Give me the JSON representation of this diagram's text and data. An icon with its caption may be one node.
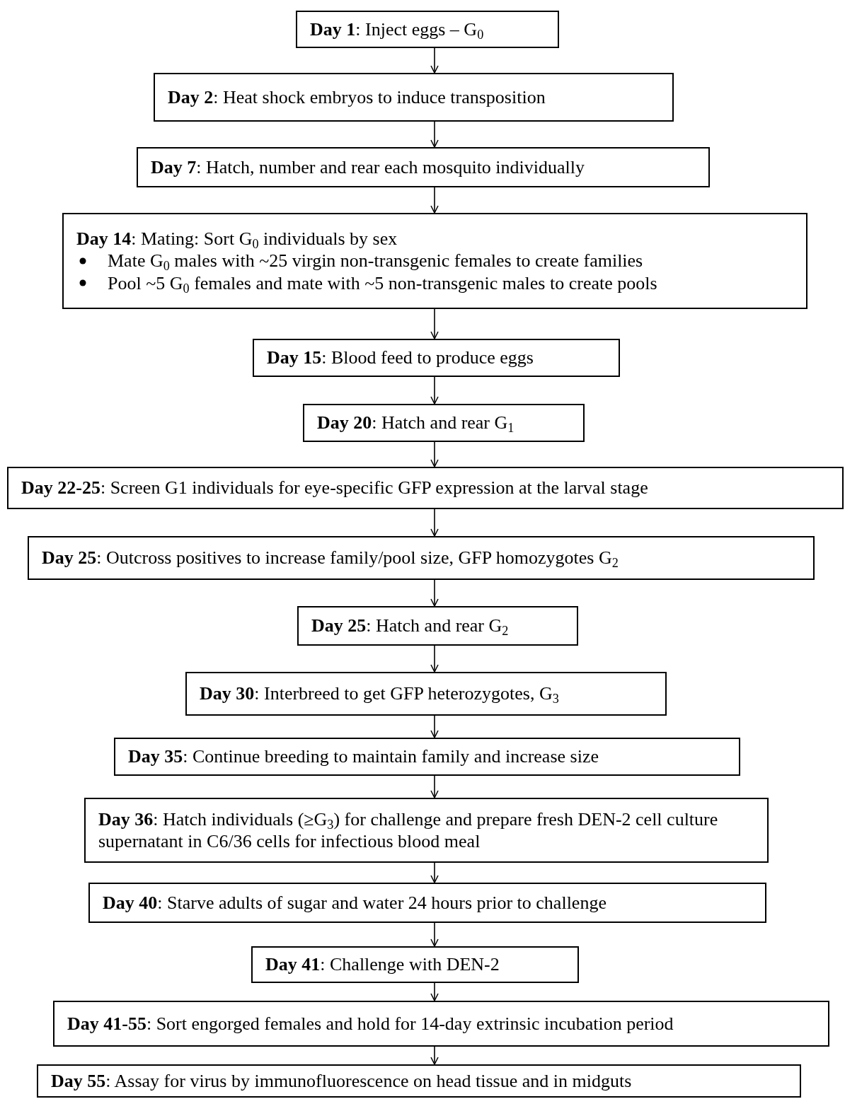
{
  "diagram": {
    "nodes": [
      {
        "text": [
          "**Day 1**: Inject eggs – G$_{0}$"
        ]
      },
      {
        "text": [
          "**Day 2**: Heat shock embryos to induce transposition"
        ]
      },
      {
        "text": [
          "**Day 7**: Hatch, number and rear each mosquito individually"
        ]
      },
      {
        "text": [
          "**Day 14**: Mating: Sort G$_{0}$ individuals by sex",
          "Mate G$_{0}$ males with ~25 virgin non-transgenic females to create families",
          "Pool ~5 G$_{0}$ females and mate with ~5 non-transgenic males to create pools"
        ]
      },
      {
        "text": [
          "**Day 15**: Blood feed to produce eggs"
        ]
      },
      {
        "text": [
          "**Day 20**: Hatch and rear G$_{1}$"
        ]
      },
      {
        "text": [
          "**Day 22-25**: Screen G1 individuals for eye-specific GFP expression at the larval stage"
        ]
      },
      {
        "text": [
          "**Day 25**: Outcross positives to increase family/pool size, GFP homozygotes G$_{2}$"
        ]
      },
      {
        "text": [
          "**Day 25**: Hatch and rear G$_{2}$"
        ]
      },
      {
        "text": [
          "**Day 30**: Interbreed to get GFP heterozygotes, G$_{3}$"
        ]
      },
      {
        "text": [
          "**Day 35**: Continue breeding to maintain family and increase size"
        ]
      },
      {
        "text": [
          "**Day 36**: Hatch individuals (≥G$_{3}$) for challenge and prepare fresh DEN-2 cell culture supernatant in C6/36 cells for infectious blood meal"
        ]
      },
      {
        "text": [
          "**Day 40**: Starve adults of sugar and water 24 hours prior to challenge"
        ]
      },
      {
        "text": [
          "**Day 41**: Challenge with DEN-2"
        ]
      },
      {
        "text": [
          "**Day 41-55**: Sort engorged females and hold for 14-day extrinsic incubation period"
        ]
      },
      {
        "text": [
          "**Day 55**: Assay for virus by immunofluorescence on head tissue and in midguts"
        ]
      }
    ],
    "edges": [
      {
        "from": 0,
        "to": 1,
        "arrow": "to"
      },
      {
        "from": 1,
        "to": 2,
        "arrow": "to"
      },
      {
        "from": 2,
        "to": 3,
        "arrow": "to"
      },
      {
        "from": 3,
        "to": 4,
        "arrow": "to"
      },
      {
        "from": 4,
        "to": 5,
        "arrow": "to"
      },
      {
        "from": 5,
        "to": 6,
        "arrow": "to"
      },
      {
        "from": 6,
        "to": 7,
        "arrow": "to"
      },
      {
        "from": 7,
        "to": 8,
        "arrow": "to"
      },
      {
        "from": 8,
        "to": 9,
        "arrow": "to"
      },
      {
        "from": 9,
        "to": 10,
        "arrow": "to"
      },
      {
        "from": 10,
        "to": 11,
        "arrow": "to"
      },
      {
        "from": 11,
        "to": 12,
        "arrow": "to"
      },
      {
        "from": 12,
        "to": 13,
        "arrow": "to"
      },
      {
        "from": 13,
        "to": 14,
        "arrow": "to"
      },
      {
        "from": 14,
        "to": 15,
        "arrow": "to"
      }
    ]
  }
}
